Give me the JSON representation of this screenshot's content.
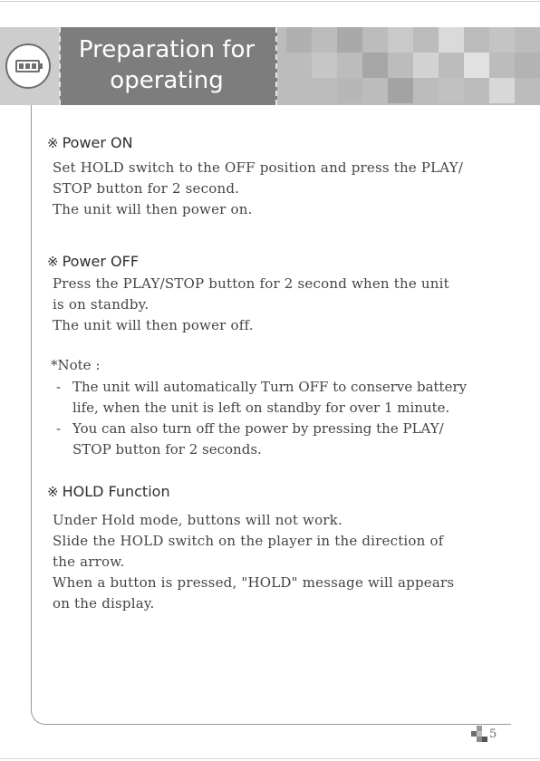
{
  "header": {
    "title_line1": "Preparation for",
    "title_line2": "operating",
    "icon": "battery-icon"
  },
  "sections": [
    {
      "heading_mark": "※",
      "heading": "Power ON",
      "lines": [
        "Set HOLD switch  to the OFF position and press the PLAY/",
        "STOP button for 2 second.",
        "The unit will then power on."
      ]
    },
    {
      "heading_mark": "※",
      "heading": "Power OFF",
      "lines": [
        "Press the PLAY/STOP button for 2 second when the unit",
        "is on standby.",
        "The unit will then power off."
      ]
    },
    {
      "heading_mark": "※",
      "heading": "HOLD Function",
      "lines": [
        "Under Hold mode, buttons will not work.",
        "Slide the HOLD switch on the player in the direction of",
        "the arrow.",
        "When a button is pressed, \"HOLD\" message will appears",
        "on the display."
      ]
    }
  ],
  "note": {
    "label": "*Note :",
    "bullets": [
      {
        "dash": "-",
        "text": "The unit will automatically Turn OFF to conserve battery\nlife, when the unit is left on standby for over 1 minute."
      },
      {
        "dash": "-",
        "text": "You can also turn off the power by pressing the PLAY/\nSTOP button for 2 seconds."
      }
    ]
  },
  "footer": {
    "page_number": "5"
  },
  "colors": {
    "banner_dark": "#7d7d7d",
    "banner_light": "#bcbcbc",
    "text": "#444444"
  }
}
